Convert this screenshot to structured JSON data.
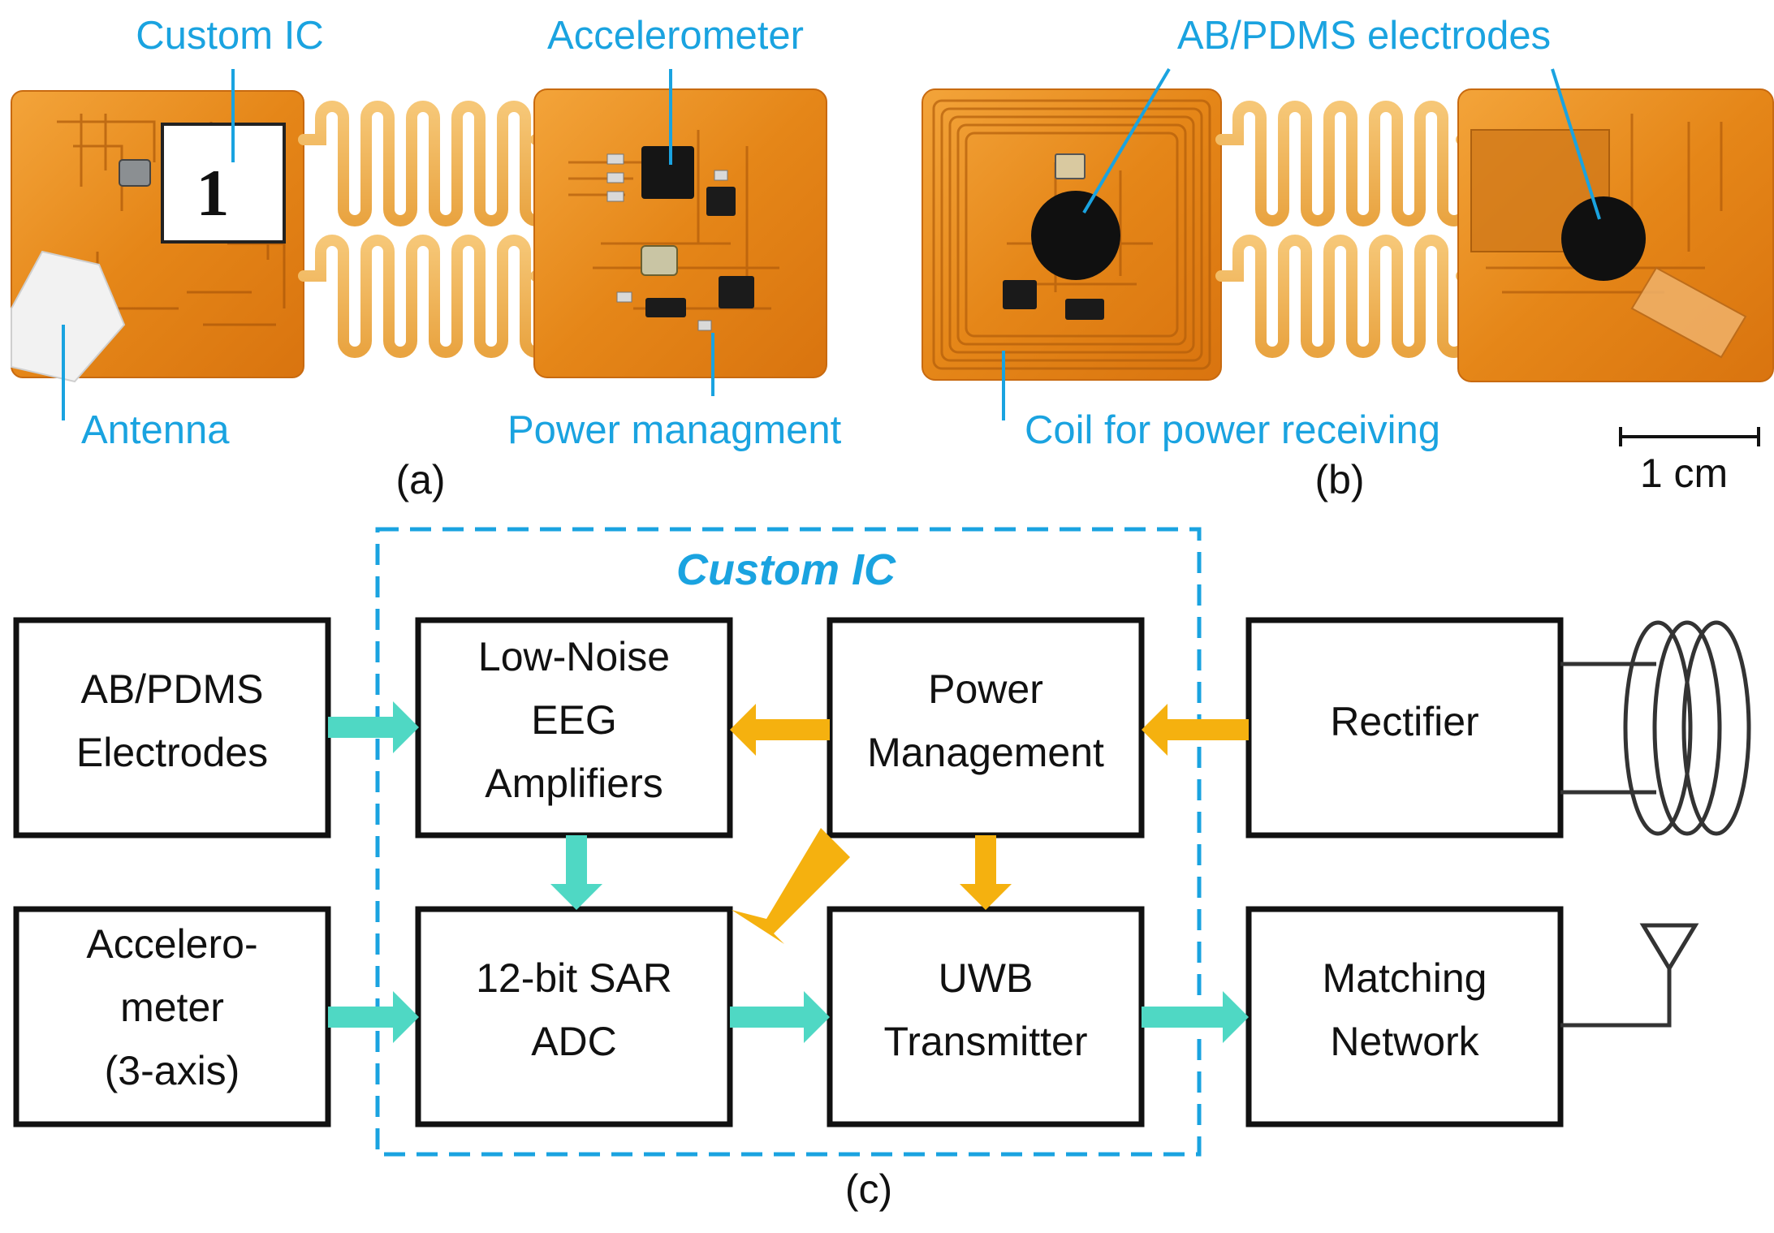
{
  "photo_a": {
    "callouts": {
      "custom_ic": "Custom IC",
      "accelerometer": "Accelerometer",
      "antenna": "Antenna",
      "power_management": "Power managment"
    },
    "caption": "(a)"
  },
  "photo_b": {
    "callouts": {
      "electrodes": "AB/PDMS electrodes",
      "coil": "Coil for power receiving"
    },
    "caption": "(b)"
  },
  "scale_bar": {
    "label": "1 cm"
  },
  "diagram": {
    "custom_ic_label": "Custom IC",
    "caption": "(c)",
    "blocks": {
      "electrodes": [
        "AB/PDMS",
        "Electrodes"
      ],
      "accelerometer": [
        "Accelero-",
        "meter",
        "(3-axis)"
      ],
      "amplifiers": [
        "Low-Noise",
        "EEG",
        "Amplifiers"
      ],
      "adc": [
        "12-bit SAR",
        "ADC"
      ],
      "power_management": [
        "Power",
        "Management"
      ],
      "uwb": [
        "UWB",
        "Transmitter"
      ],
      "rectifier": [
        "Rectifier"
      ],
      "matching": [
        "Matching",
        "Network"
      ]
    },
    "colors": {
      "signal_arrow": "#4fd8c4",
      "power_arrow": "#f5b10f",
      "ic_border": "#1aa3e0",
      "label": "#1aa3e0",
      "pcb": "#e98a1c"
    },
    "icons": [
      "coil-icon",
      "antenna-icon"
    ]
  }
}
